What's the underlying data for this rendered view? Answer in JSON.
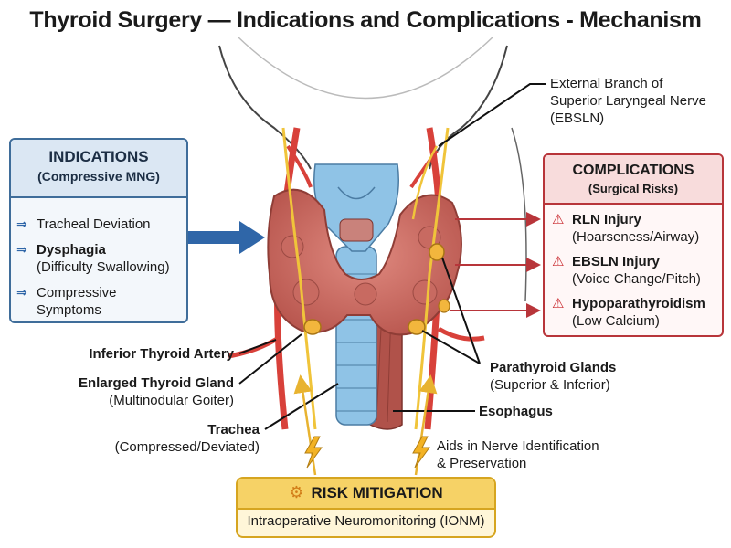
{
  "title": "Thyroid Surgery — Indications and Complications - Mechanism",
  "indications": {
    "title": "INDICATIONS",
    "subtitle": "(Compressive MNG)",
    "items": [
      {
        "bold": "",
        "text": "Tracheal Deviation",
        "sub": ""
      },
      {
        "bold": "Dysphagia",
        "text": "",
        "sub": "(Difficulty Swallowing)"
      },
      {
        "bold": "",
        "text": "Compressive",
        "sub": "Symptoms"
      }
    ]
  },
  "complications": {
    "title": "COMPLICATIONS",
    "subtitle": "(Surgical Risks)",
    "items": [
      {
        "name": "RLN Injury",
        "detail": "(Hoarseness/Airway)"
      },
      {
        "name": "EBSLN Injury",
        "detail": "(Voice Change/Pitch)"
      },
      {
        "name": "Hypoparathyroidism",
        "detail": "(Low Calcium)"
      }
    ]
  },
  "labels": {
    "ebsln": {
      "line1": "External Branch of",
      "line2": "Superior Laryngeal Nerve",
      "line3": "(EBSLN)"
    },
    "inferior_artery": "Inferior Thyroid Artery",
    "gland": {
      "name": "Enlarged Thyroid Gland",
      "detail": "(Multinodular Goiter)"
    },
    "trachea": {
      "name": "Trachea",
      "detail": "(Compressed/Deviated)"
    },
    "parathyroid": {
      "name": "Parathyroid Glands",
      "detail": "(Superior & Inferior)"
    },
    "esophagus": "Esophagus",
    "nerve_aid": {
      "line1": "Aids in Nerve Identification",
      "line2": "& Preservation"
    }
  },
  "risk": {
    "title": "RISK MITIGATION",
    "subtitle": "Intraoperative Neuromonitoring (IONM)"
  },
  "colors": {
    "indications": "#3f6d9a",
    "complications": "#b8353a",
    "risk": "#d6a520",
    "thyroid": "#cf6b62",
    "trachea": "#8fc3e6",
    "artery": "#d8413a",
    "nerve": "#f0c43a"
  },
  "icons": [
    "arrow-right-icon",
    "warning-icon",
    "gear-icon",
    "lightning-icon"
  ]
}
